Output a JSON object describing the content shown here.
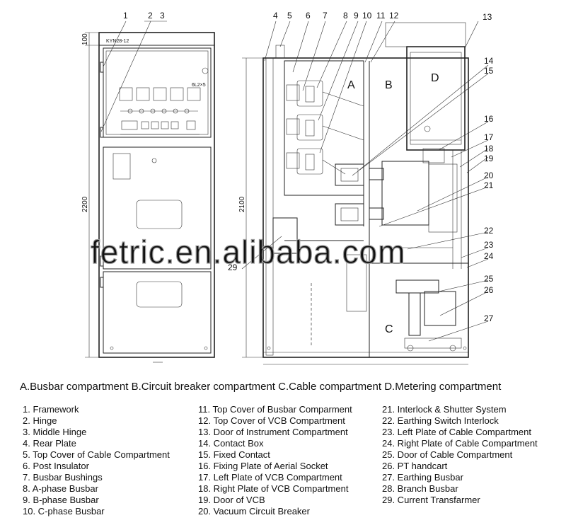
{
  "model": "KYN28-12",
  "panel_code": "6L2×5",
  "dimensions": {
    "top": "100",
    "left_height": "2200",
    "right_height": "2100"
  },
  "compartment_letters": {
    "a": "A",
    "b": "B",
    "c": "C",
    "d": "D"
  },
  "callouts": [
    "1",
    "2",
    "3",
    "4",
    "5",
    "6",
    "7",
    "8",
    "9",
    "10",
    "11",
    "12",
    "13",
    "14",
    "15",
    "16",
    "17",
    "18",
    "19",
    "20",
    "21",
    "22",
    "23",
    "24",
    "25",
    "26",
    "27",
    "29"
  ],
  "watermark": "fetric.en.alibaba.com",
  "compartments_line": "A.Busbar compartment  B.Circuit breaker compartment  C.Cable compartment  D.Metering compartment",
  "legend_col1": [
    "1. Framework",
    "2. Hinge",
    "3. Middle Hinge",
    "4. Rear Plate",
    "5. Top Cover of Cable Compartment",
    "6. Post Insulator",
    "7. Busbar Bushings",
    "8. A-phase Busbar",
    "9. B-phase Busbar",
    "10. C-phase Busbar"
  ],
  "legend_col2": [
    "11. Top Cover of Busbar Comparment",
    "12. Top Cover of VCB Compartment",
    "13. Door of Instrument Compartment",
    "14. Contact Box",
    "15. Fixed Contact",
    "16. Fixing Plate of Aerial Socket",
    "17. Left Plate of VCB Compartment",
    "18. Right Plate of VCB Compartment",
    "19. Door of VCB",
    "20. Vacuum Circuit Breaker"
  ],
  "legend_col3": [
    "21. Interlock & Shutter System",
    "22. Earthing Switch Interlock",
    "23. Left Plate of Cable Compartment",
    "24. Right Plate of Cable Compartment",
    "25. Door of Cable Compartment",
    "26. PT handcart",
    "27. Earthing Busbar",
    "28. Branch Busbar",
    "29. Current Transfarmer"
  ]
}
